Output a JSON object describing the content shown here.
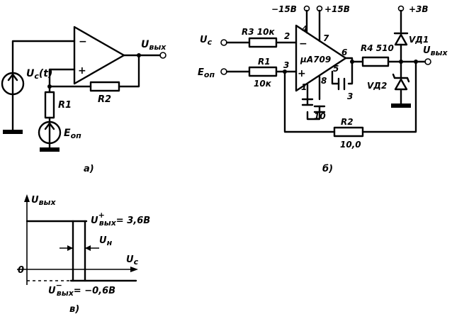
{
  "diagram_a": {
    "source_label": "U",
    "source_sub": "c",
    "source_arg": "(t)",
    "output_label": "U",
    "output_sub": "вых",
    "r1": "R1",
    "r2": "R2",
    "ref_label": "E",
    "ref_sub": "оп",
    "minus": "−",
    "plus": "+",
    "caption": "а)"
  },
  "diagram_b": {
    "input_c_label": "U",
    "input_c_sub": "c",
    "input_ref_label": "E",
    "input_ref_sub": "оп",
    "r3": "R3",
    "r3_value": "10к",
    "r1": "R1",
    "r1_value": "10к",
    "pin2": "2",
    "pin3": "3",
    "pin4": "4",
    "pin7": "7",
    "pin6": "6",
    "pin5": "5",
    "pin1": "1",
    "pin8": "8",
    "neg_supply": "−15В",
    "pos_supply": "+15В",
    "chip": "μA709",
    "minus": "−",
    "plus": "+",
    "r4": "R4",
    "r4_value": "510",
    "vd1": "VД1",
    "vd2": "VД2",
    "plus3v": "+3В",
    "output_label": "U",
    "output_sub": "вых",
    "cap10": "10",
    "cap3": "3",
    "r2": "R2",
    "r2_value": "10,0",
    "caption": "б)"
  },
  "diagram_c": {
    "y_axis_label": "U",
    "y_axis_sub": "вых",
    "x_axis_label": "U",
    "x_axis_sub": "c",
    "origin": "0",
    "high_label": "U",
    "high_sup": "+",
    "high_sub": "вых",
    "high_value": "= 3,6В",
    "low_label": "U",
    "low_sup": "−",
    "low_sub": "вых",
    "low_value": "= −0,6В",
    "hyst_label": "U",
    "hyst_sub": "н",
    "caption": "в)"
  }
}
